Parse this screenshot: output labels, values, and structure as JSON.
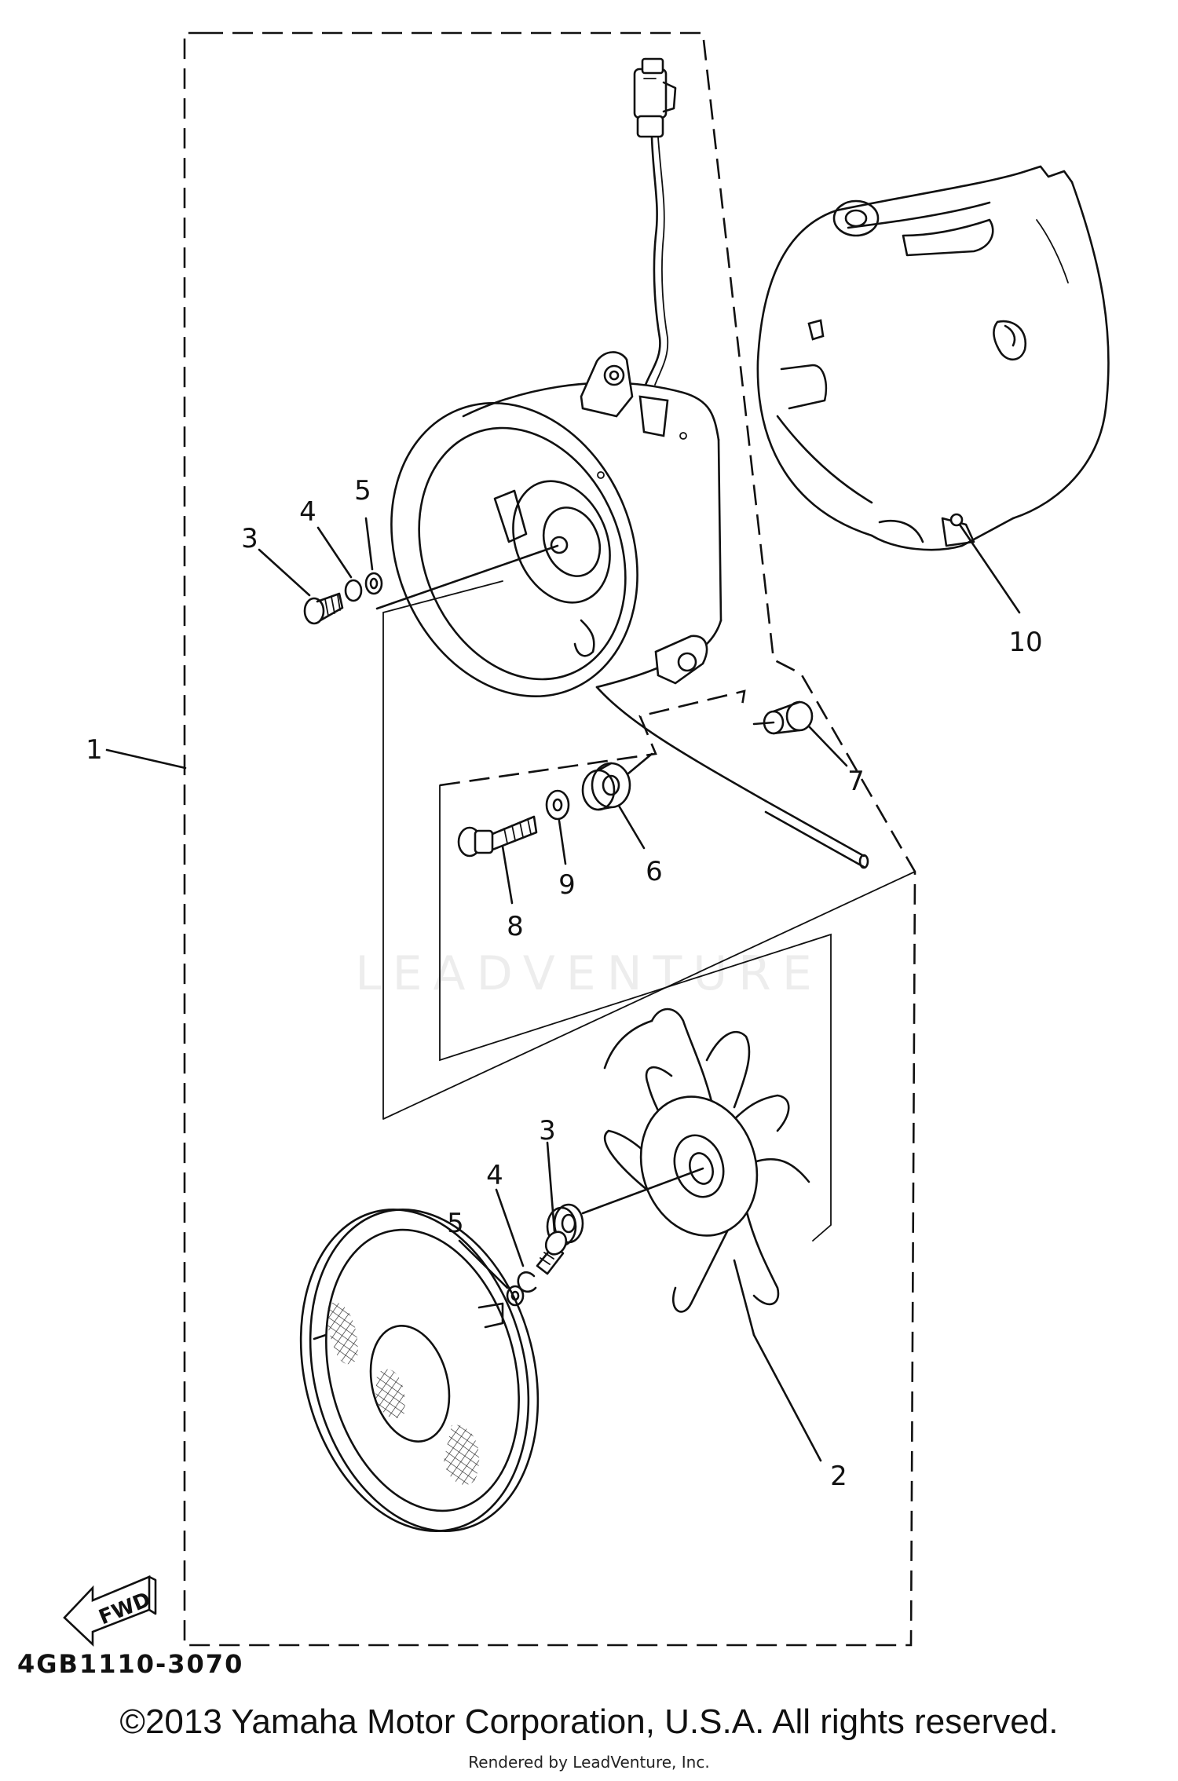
{
  "callouts": {
    "c1": "1",
    "c2": "2",
    "c3a": "3",
    "c4a": "4",
    "c5a": "5",
    "c6": "6",
    "c7": "7",
    "c8": "8",
    "c9": "9",
    "c10": "10",
    "c3b": "3",
    "c4b": "4",
    "c5b": "5"
  },
  "fwd_label": "FWD",
  "part_code": "4GB1110-3070",
  "watermark": "LEADVENTURE",
  "copyright": "©2013 Yamaha Motor Corporation, U.S.A. All rights reserved.",
  "rendered_by": "Rendered by LeadVenture, Inc."
}
